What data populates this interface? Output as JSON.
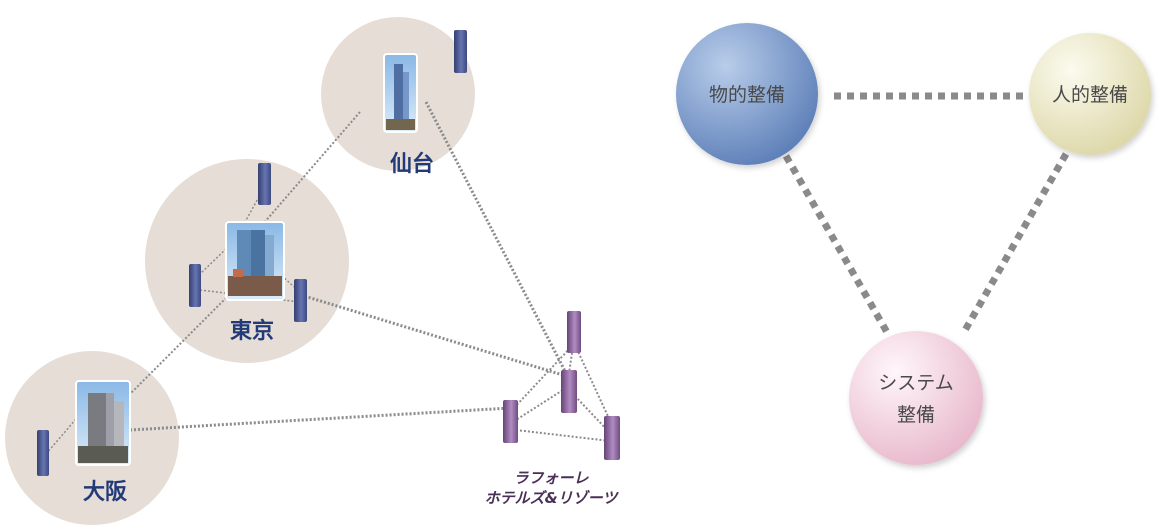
{
  "left_diagram": {
    "cities": {
      "sendai": "仙台",
      "tokyo": "東京",
      "osaka": "大阪"
    },
    "hotel": {
      "line1": "ラフォーレ",
      "line2": "ホテルズ&リゾーツ"
    }
  },
  "right_diagram": {
    "physical": "物的整備",
    "human": "人的整備",
    "system_line1": "システム",
    "system_line2": "整備"
  },
  "colors": {
    "city_circle": "#e5ddd6",
    "building_blue": "#55639d",
    "building_purple": "#8f6ca2",
    "physical_circle": "#7f9ccc",
    "human_circle": "#ecebc7",
    "system_circle": "#f1cfdc",
    "connector": "#8f8f8f"
  }
}
